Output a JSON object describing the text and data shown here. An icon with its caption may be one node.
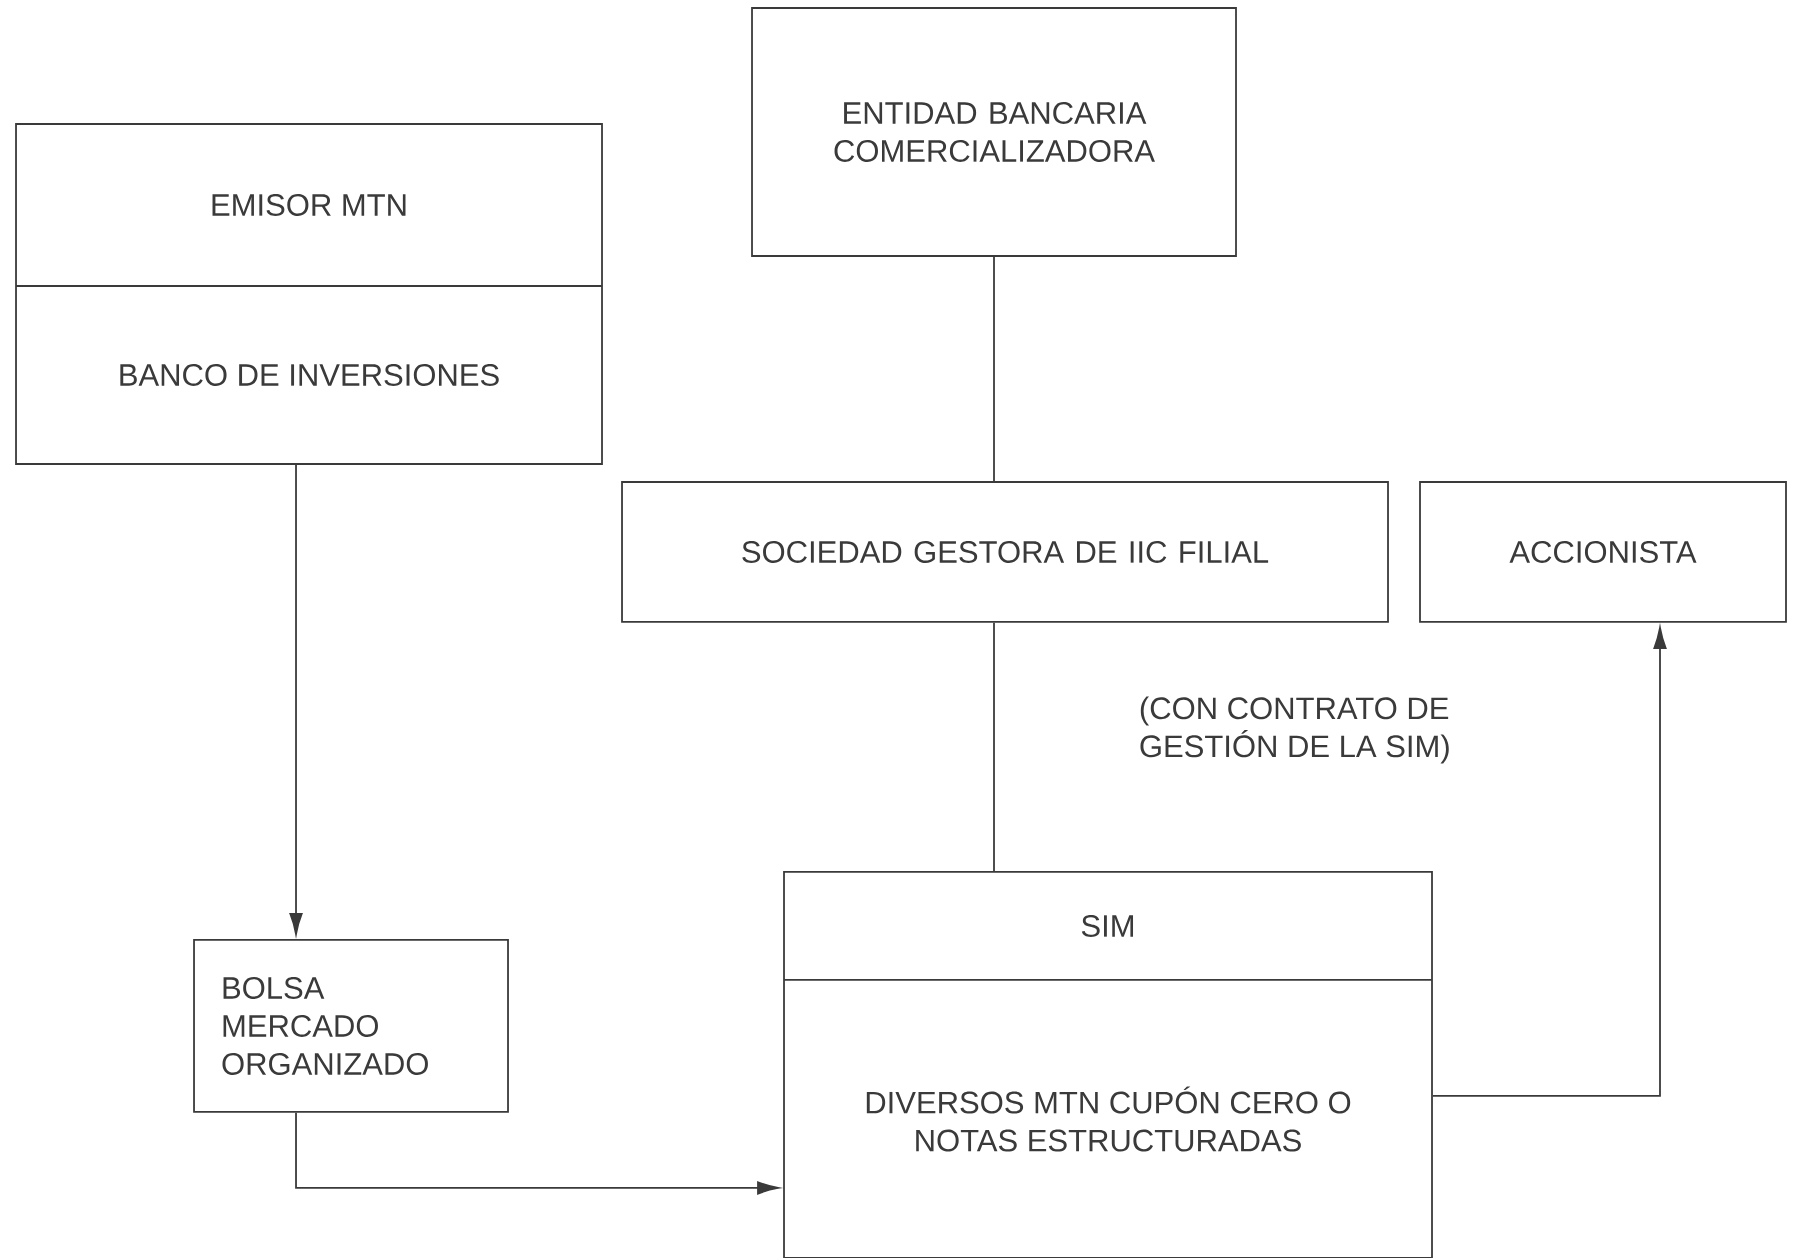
{
  "diagram": {
    "nodes": [
      {
        "text": [
          "EMISOR MTN",
          "BANCO DE INVERSIONES"
        ]
      },
      {
        "text": [
          "ENTIDAD BANCARIA COMERCIALIZADORA"
        ]
      },
      {
        "text": [
          "SOCIEDAD GESTORA DE IIC FILIAL"
        ]
      },
      {
        "text": [
          "ACCIONISTA"
        ]
      },
      {
        "text": [
          "BOLSA MERCADO ORGANIZADO"
        ]
      },
      {
        "text": [
          "SIM",
          "DIVERSOS MTN CUPÓN CERO O NOTAS ESTRUCTURADAS"
        ]
      }
    ],
    "edges": [
      {
        "from": 0,
        "to": 4,
        "arrow": "to"
      },
      {
        "from": 1,
        "to": 2,
        "arrow": "none"
      },
      {
        "from": 2,
        "to": 5,
        "arrow": "none",
        "label": "(CON CONTRATO DE GESTIÓN DE LA SIM)"
      },
      {
        "from": 4,
        "to": 5,
        "arrow": "to"
      },
      {
        "from": 5,
        "to": 3,
        "arrow": "to"
      }
    ]
  }
}
